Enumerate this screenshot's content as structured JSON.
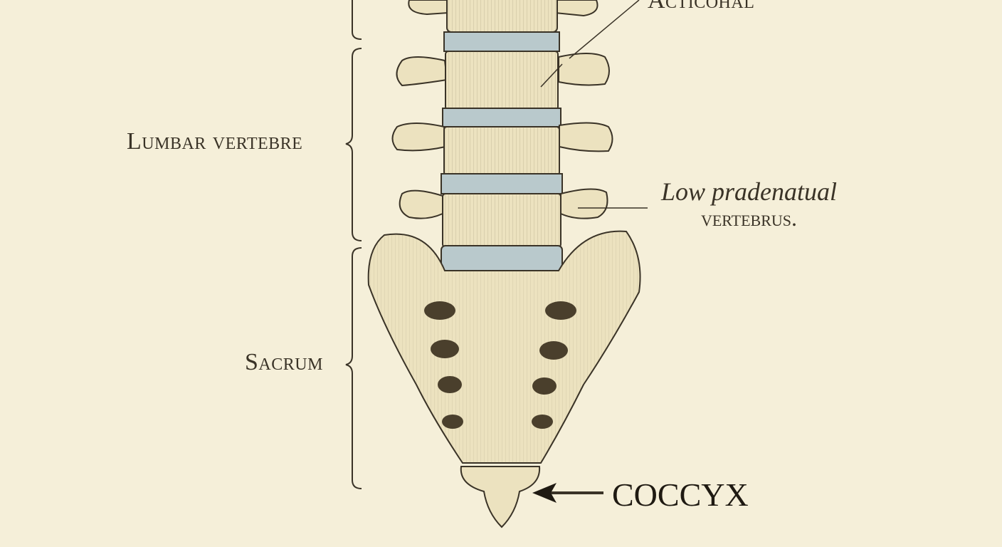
{
  "labels": {
    "top": "Acticohal",
    "lumbar": "Lumbar vertebre",
    "pradenatual_line1": "Low pradenatual",
    "pradenatual_line2": "vertebrus.",
    "sacrum": "Sacrum",
    "coccyx": "COCCYX"
  },
  "colors": {
    "paper": "#f5efd9",
    "bone": "#ece2bf",
    "disc": "#b9c9cc",
    "ink": "#3a3327"
  }
}
